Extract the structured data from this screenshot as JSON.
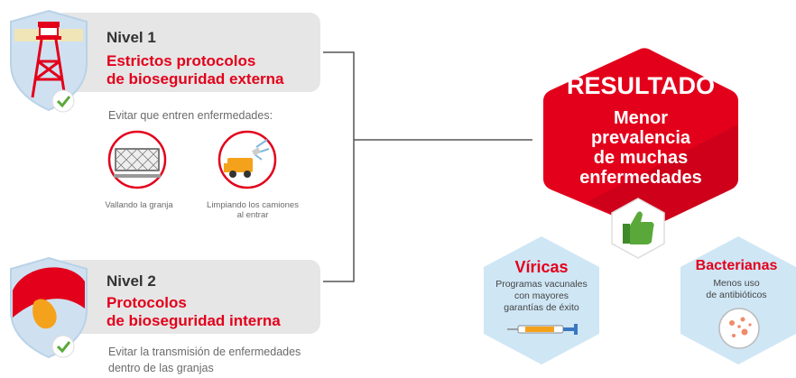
{
  "level1": {
    "title": "Nivel 1",
    "subtitle_line1": "Estrictos protocolos",
    "subtitle_line2": "de bioseguridad externa",
    "intro": "Evitar que entren enfermedades:",
    "items": [
      {
        "caption": "Vallando la granja",
        "icon": "fence-icon"
      },
      {
        "caption_line1": "Limpiando los camiones",
        "caption_line2": "al entrar",
        "icon": "truck-cleaning-icon"
      }
    ]
  },
  "level2": {
    "title": "Nivel 2",
    "subtitle_line1": "Protocolos",
    "subtitle_line2": "de bioseguridad interna",
    "note_line1": "Evitar la transmisión de enfermedades",
    "note_line2": "dentro de las granjas"
  },
  "result": {
    "heading": "RESULTADO",
    "line1": "Menor",
    "line2": "prevalencia",
    "line3": "de muchas",
    "line4": "enfermedades"
  },
  "viricas": {
    "title": "Víricas",
    "line1": "Programas vacunales",
    "line2": "con mayores",
    "line3": "garantías de éxito"
  },
  "bacterianas": {
    "title": "Bacterianas",
    "line1": "Menos uso",
    "line2": "de antibióticos"
  },
  "colors": {
    "accent_red": "#e3001b",
    "panel_grey": "#e6e6e6",
    "light_blue": "#cfe6f5",
    "green": "#5aa83a"
  }
}
